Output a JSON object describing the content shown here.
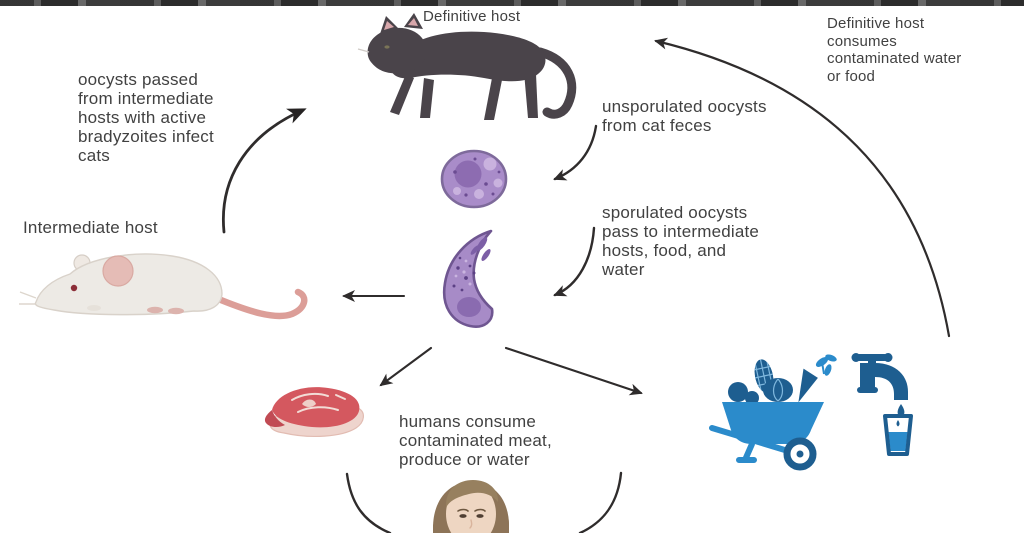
{
  "labels": {
    "definitive_host": "Definitive host",
    "intermediate_host": "Intermediate host",
    "oocysts_passed": {
      "l1": "oocysts passed",
      "l2": "from intermediate",
      "l3": "hosts with active",
      "l4": "bradyzoites infect",
      "l5": "cats"
    },
    "definitive_consumes": {
      "l1": "Definitive host",
      "l2": "consumes",
      "l3": "contaminated water",
      "l4": "or food"
    },
    "unsporulated": {
      "l1": "unsporulated oocysts",
      "l2": "from cat feces"
    },
    "sporulated": {
      "l1": "sporulated oocysts",
      "l2": "pass to intermediate",
      "l3": "hosts, food, and",
      "l4": "water"
    },
    "humans_consume": {
      "l1": "humans consume",
      "l2": "contaminated meat,",
      "l3": "produce or water"
    }
  },
  "icons": {
    "cat": "cat-icon",
    "mouse": "mouse-icon",
    "unsporulated_oocyst": "unsporulated-oocyst-icon",
    "sporulated_oocyst": "sporulated-oocyst-icon",
    "meat": "meat-steak-icon",
    "produce": "produce-wheelbarrow-icon",
    "faucet": "water-faucet-icon",
    "glass": "water-glass-icon",
    "human": "human-icon"
  },
  "colors": {
    "text": "#414141",
    "arrow": "#2f2c2c",
    "cat_body": "#4a444a",
    "mouse_body": "#edeae5",
    "mouse_pink": "#e2a49e",
    "oocyst_purple": "#a98cc9",
    "oocyst_dark": "#8a6bb0",
    "oocyst_border": "#6f5691",
    "meat_red": "#d4585f",
    "meat_fat": "#eed4cd",
    "blue_light": "#2b8bcb",
    "blue_dark": "#1e5e90",
    "hair_brown": "#8d7458",
    "skin": "#eed6c2"
  }
}
